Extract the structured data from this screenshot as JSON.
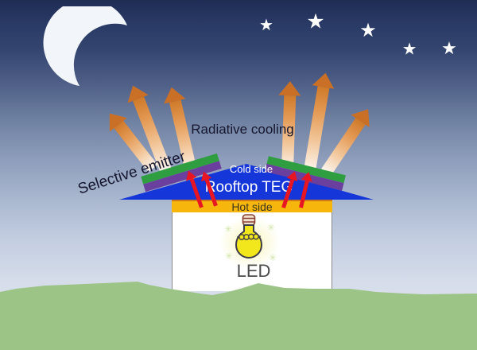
{
  "diagram": {
    "labels": {
      "radiative_cooling": "Radiative cooling",
      "selective_emitter": "Selective emitter",
      "cold_side": "Cold side",
      "rooftop_teg": "Rooftop TEG",
      "hot_side": "Hot side",
      "led": "LED"
    },
    "icons": {
      "star": "★",
      "sparkle": "✳",
      "moon": "crescent-moon",
      "stars_count": 5,
      "cooling_arrows_count": 6,
      "heat_arrows_count": 4
    },
    "colors": {
      "sky-top": "#1f2d55",
      "sky-bottom": "#e6e9f3",
      "ground-green": "#9dc487",
      "roof-blue": "#1536d8",
      "panel-green": "#2f9e41",
      "panel-purple": "#6a3f9e",
      "hot-bar-yellow": "#f6b60b",
      "hot-bar-edge": "#d07a15",
      "heat-arrow-red": "#e81522",
      "cooling-arrow-orange": "#c96f26",
      "moon-white": "#f2f5fa",
      "star-white": "#ffffff",
      "bulb-yellow": "#f2e71c",
      "wall-white": "#ffffff",
      "label-dark": "#16162e",
      "label-light": "#ffffff"
    }
  }
}
